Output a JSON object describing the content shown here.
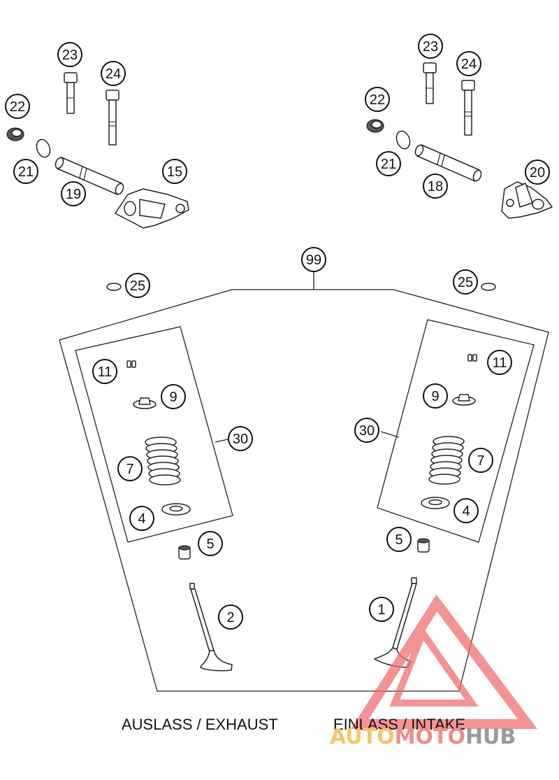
{
  "callouts": {
    "c23_left": "23",
    "c24_left": "24",
    "c22_left": "22",
    "c21_left": "21",
    "c19": "19",
    "c15": "15",
    "c23_right": "23",
    "c24_right": "24",
    "c22_right": "22",
    "c21_right": "21",
    "c18": "18",
    "c20": "20",
    "c99": "99",
    "c25_left": "25",
    "c25_right": "25",
    "c11_left": "11",
    "c9_left": "9",
    "c30_left": "30",
    "c7_left": "7",
    "c4_left": "4",
    "c5_left": "5",
    "c2": "2",
    "c11_right": "11",
    "c9_right": "9",
    "c30_right": "30",
    "c7_right": "7",
    "c4_right": "4",
    "c5_right": "5",
    "c1": "1"
  },
  "captions": {
    "exhaust": "AUSLASS / EXHAUST",
    "intake": "EINLASS / INTAKE"
  },
  "watermark": {
    "word1": "AUTO",
    "word2": "MOTO",
    "word3": "HUB",
    "color1": "#f5c56a",
    "color2": "#f08c8c",
    "color3": "#9a9a9a",
    "logo_color": "#f07070"
  }
}
